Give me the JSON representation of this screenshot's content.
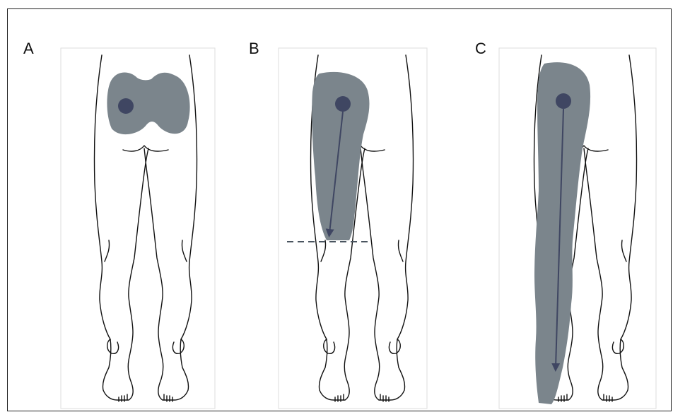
{
  "panels": [
    {
      "label": "A"
    },
    {
      "label": "B"
    },
    {
      "label": "C"
    }
  ],
  "colors": {
    "shade": "#7b858c",
    "dot": "#3f4662",
    "outline": "#111111",
    "dashed_line": "#4a5560",
    "panel_border": "#dddddd"
  }
}
